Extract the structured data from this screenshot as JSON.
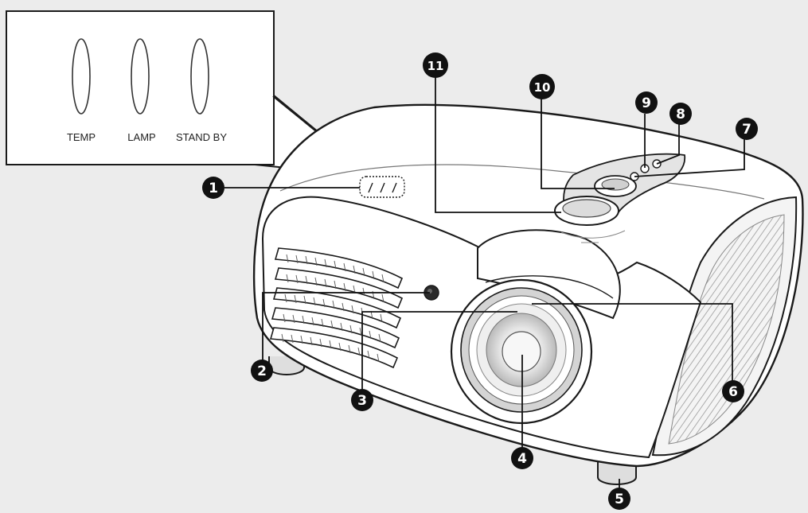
{
  "indicator_inset": {
    "labels": [
      "TEMP",
      "LAMP",
      "STAND BY"
    ]
  },
  "callouts": [
    "1",
    "2",
    "3",
    "4",
    "5",
    "6",
    "7",
    "8",
    "9",
    "10",
    "11"
  ],
  "colors": {
    "background": "#ececec",
    "line": "#1a1a1a",
    "body_fill": "#ffffff",
    "callout_fill": "#111111"
  }
}
